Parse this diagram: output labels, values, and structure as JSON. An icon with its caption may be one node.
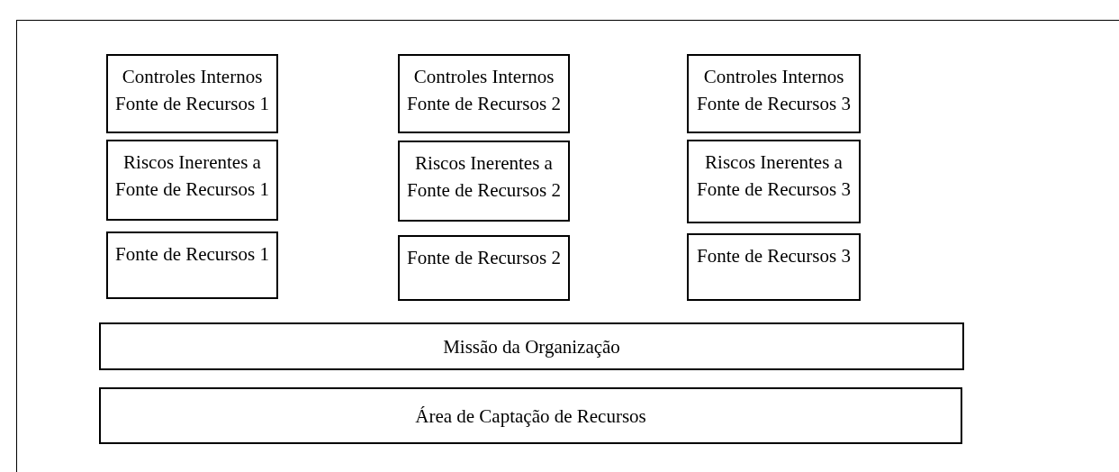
{
  "diagram": {
    "nodes": [
      {
        "text": [
          "Controles Internos Fonte de Recursos 1"
        ]
      },
      {
        "text": [
          "Controles Internos Fonte de Recursos 2"
        ]
      },
      {
        "text": [
          "Controles Internos Fonte de Recursos 3"
        ]
      },
      {
        "text": [
          "Riscos Inerentes a Fonte de Recursos 1"
        ]
      },
      {
        "text": [
          "Riscos Inerentes a Fonte de Recursos 2"
        ]
      },
      {
        "text": [
          "Riscos Inerentes a Fonte de Recursos 3"
        ]
      },
      {
        "text": [
          "Fonte de Recursos 1"
        ]
      },
      {
        "text": [
          "Fonte de Recursos 2"
        ]
      },
      {
        "text": [
          "Fonte de Recursos 3"
        ]
      },
      {
        "text": [
          "Missão da Organização"
        ]
      },
      {
        "text": [
          "Área de Captação de Recursos"
        ]
      }
    ],
    "edges": []
  }
}
